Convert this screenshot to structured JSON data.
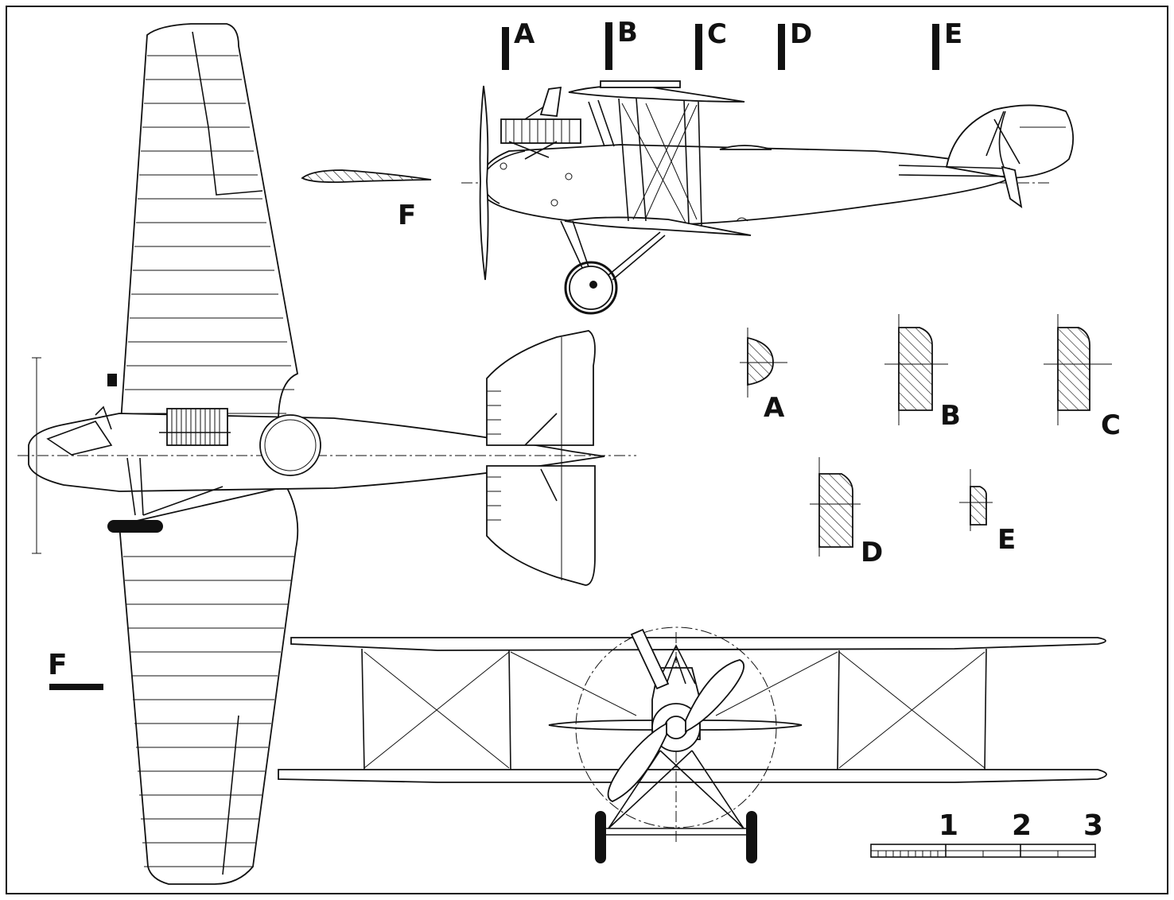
{
  "section_markers": [
    "A",
    "B",
    "C",
    "D",
    "E"
  ],
  "section_labels": [
    "A",
    "B",
    "C",
    "D",
    "E"
  ],
  "airfoil_label": "F",
  "plan_section_label": "F",
  "scale_bar": {
    "labels": [
      "1",
      "2",
      "3"
    ]
  }
}
